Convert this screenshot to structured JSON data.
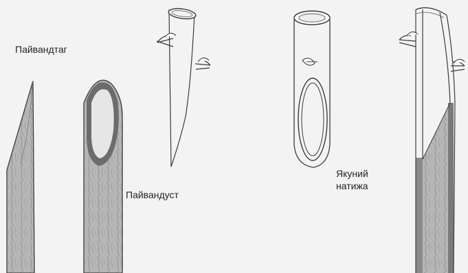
{
  "labels": {
    "rootstock": "Пайвандтаг",
    "scion": "Пайвандуст",
    "result_line1": "Якуний",
    "result_line2": "натижа"
  },
  "colors": {
    "background": "#f3f3f3",
    "line": "#3a3a3a",
    "wood_fill": "#b4b4b4",
    "cambium_ring": "#6a6a6a",
    "cut_surface": "#e6e6e6"
  }
}
